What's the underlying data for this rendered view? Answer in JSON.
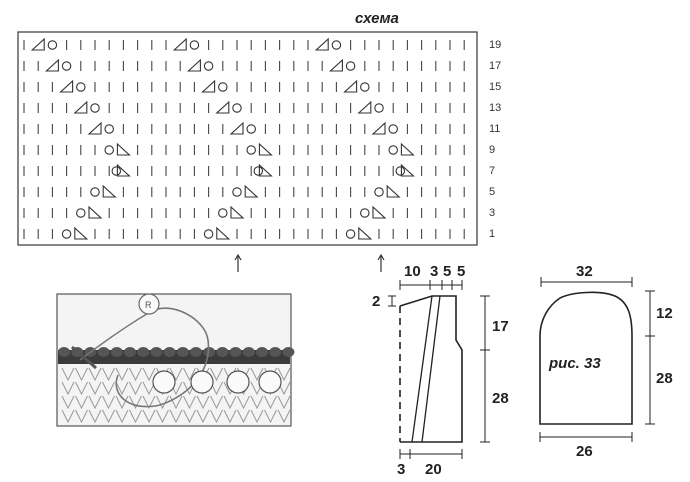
{
  "chart": {
    "title": "схема",
    "row_labels": [
      "19",
      "17",
      "15",
      "13",
      "11",
      "9",
      "7",
      "5",
      "3",
      "1"
    ]
  },
  "sleeve": {
    "caption": "рис. 33",
    "top_width": "32",
    "bottom_width": "26",
    "cap_height": "12",
    "body_height": "28"
  },
  "front": {
    "top_10": "10",
    "top_3": "3",
    "top_5a": "5",
    "top_5b": "5",
    "left_2": "2",
    "right_17": "17",
    "right_28": "28",
    "bottom_3": "3",
    "bottom_20": "20"
  },
  "illustration": {
    "bead_label": "R"
  }
}
